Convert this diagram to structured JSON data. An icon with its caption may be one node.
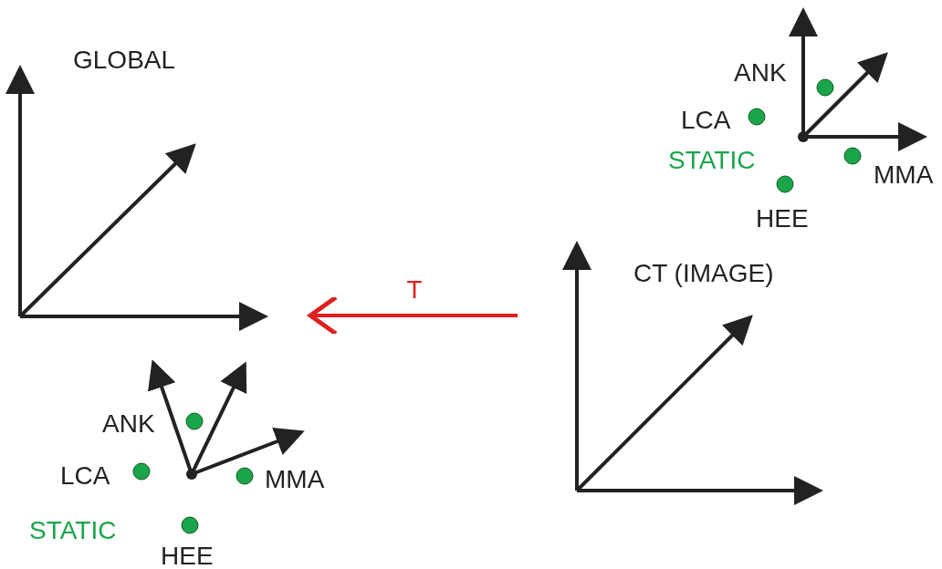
{
  "diagram": {
    "nodes": [
      {
        "text": [
          "GLOBAL"
        ]
      },
      {
        "text": [
          "CT (IMAGE)"
        ]
      }
    ],
    "edges": [
      {
        "from": 1,
        "to": 0,
        "arrow": "to",
        "label": "T",
        "color": "#e0201c"
      }
    ],
    "labels": [
      "ANK",
      "LCA",
      "STATIC",
      "MMA",
      "HEE",
      "ANK",
      "LCA",
      "MMA",
      "STATIC",
      "HEE"
    ]
  }
}
